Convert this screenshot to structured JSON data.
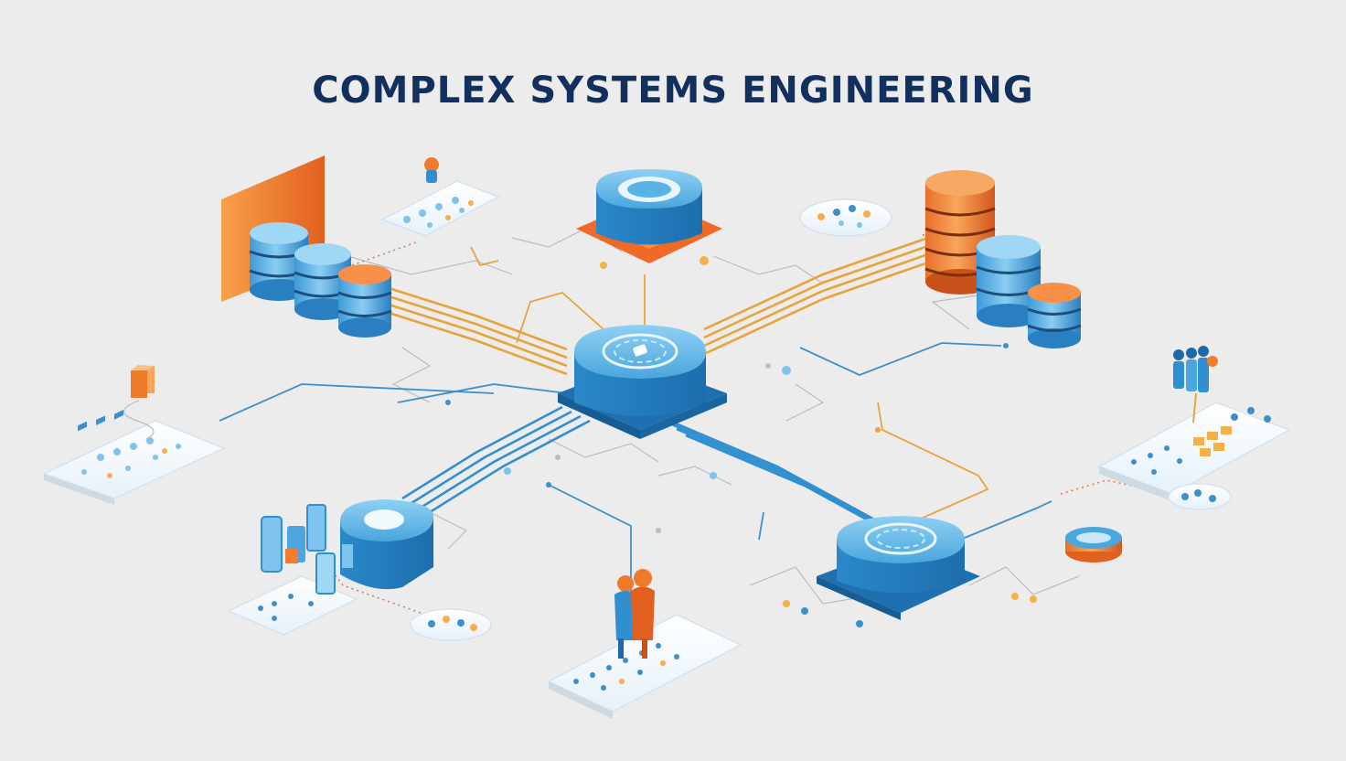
{
  "title": "COMPLEX SYSTEMS ENGINEERING",
  "colors": {
    "background": "#ececec",
    "title": "#12305e",
    "blue": "#2f8fd0",
    "blue_light": "#7fc4ee",
    "blue_dark": "#1e6aa8",
    "orange": "#f07c2c",
    "orange_light": "#f7a55a",
    "gold": "#e8a33a",
    "line_gray": "#b8bcc2"
  },
  "components": [
    {
      "name": "central-hub",
      "kind": "hub"
    },
    {
      "name": "top-module",
      "kind": "module"
    },
    {
      "name": "left-server-cluster",
      "kind": "database-cluster"
    },
    {
      "name": "right-server-cluster",
      "kind": "database-cluster"
    },
    {
      "name": "left-dashboard",
      "kind": "dashboard-panel"
    },
    {
      "name": "right-dashboard",
      "kind": "dashboard-panel"
    },
    {
      "name": "bottom-left-module",
      "kind": "module"
    },
    {
      "name": "bottom-right-hub",
      "kind": "hub"
    },
    {
      "name": "bottom-dashboard",
      "kind": "dashboard-panel"
    },
    {
      "name": "engineers-bottom",
      "kind": "people"
    },
    {
      "name": "team-right",
      "kind": "people"
    }
  ]
}
